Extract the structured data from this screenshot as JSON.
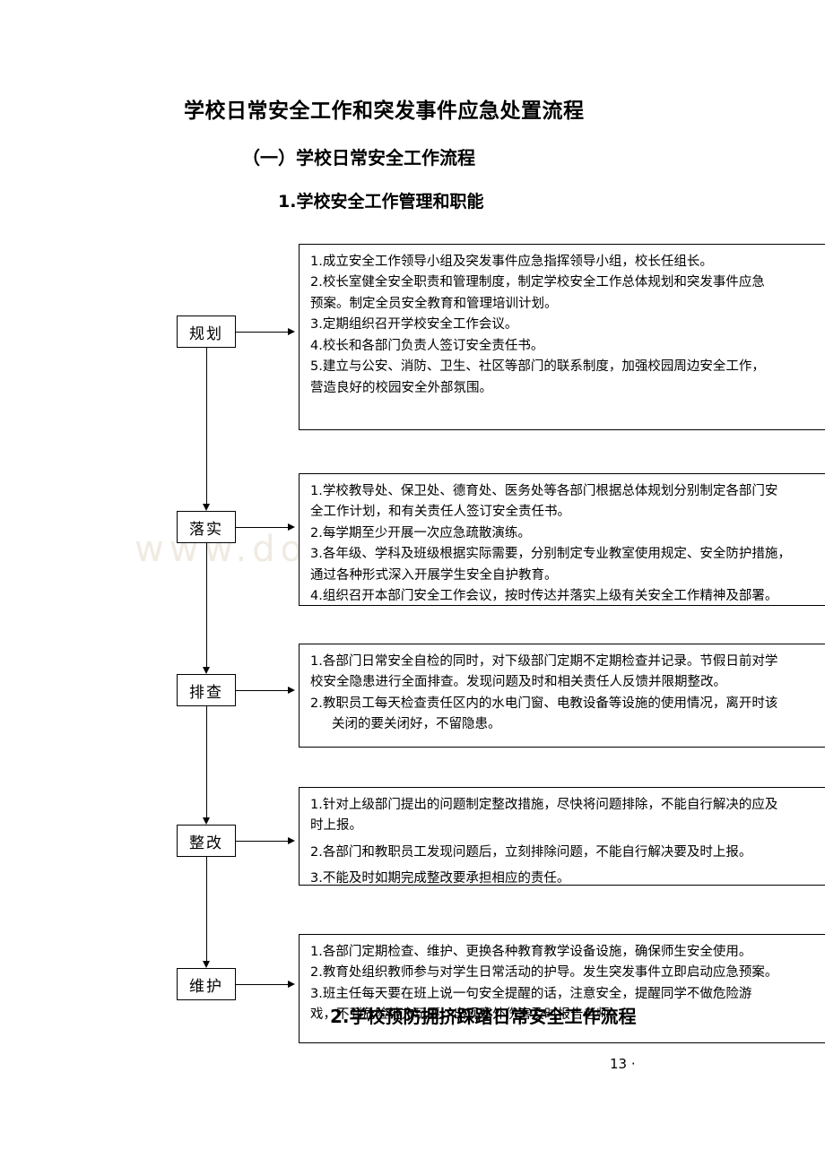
{
  "document": {
    "title": "学校日常安全工作和突发事件应急处置流程",
    "section_title": "（一）学校日常安全工作流程",
    "subsection_number": "1",
    "subsection_title": ".学校安全工作管理和职能",
    "watermark": "www.docin.com",
    "page_number": "13",
    "page_number_dot": "·",
    "overlap_heading": "2.学校预防拥挤踩踏日常安全工作流程"
  },
  "flow": {
    "stages": [
      {
        "label": "规划"
      },
      {
        "label": "落实"
      },
      {
        "label": "排查"
      },
      {
        "label": "整改"
      },
      {
        "label": "维护"
      }
    ],
    "boxes": [
      {
        "name": "planning",
        "lines": [
          "1.成立安全工作领导小组及突发事件应急指挥领导小组，校长任组长。",
          "2.校长室健全安全职责和管理制度，制定学校安全工作总体规划和突发事件应急",
          "预案。制定全员安全教育和管理培训计划。",
          "3.定期组织召开学校安全工作会议。",
          "4.校长和各部门负责人签订安全责任书。",
          "5.建立与公安、消防、卫生、社区等部门的联系制度，加强校园周边安全工作，",
          "营造良好的校园安全外部氛围。"
        ]
      },
      {
        "name": "implementation",
        "lines": [
          "1.学校教导处、保卫处、德育处、医务处等各部门根据总体规划分别制定各部门安",
          "全工作计划，和有关责任人签订安全责任书。",
          "2.每学期至少开展一次应急疏散演练。",
          "3.各年级、学科及班级根据实际需要，分别制定专业教室使用规定、安全防护措施，",
          "通过各种形式深入开展学生安全自护教育。",
          "4.组织召开本部门安全工作会议，按时传达并落实上级有关安全工作精神及部署。"
        ]
      },
      {
        "name": "inspection",
        "lines": [
          "1.各部门日常安全自检的同时，对下级部门定期不定期检查并记录。节假日前对学",
          "校安全隐患进行全面排查。发现问题及时和相关责任人反馈并限期整改。",
          "2.教职员工每天检查责任区内的水电门窗、电教设备等设施的使用情况，离开时该",
          "关闭的要关闭好，不留隐患。"
        ]
      },
      {
        "name": "rectification",
        "lines": [
          "1.针对上级部门提出的问题制定整改措施，尽快将问题排除，不能自行解决的应及",
          "时上报。",
          "2.各部门和教职员工发现问题后，立刻排除问题，不能自行解决要及时上报。",
          "3.不能及时如期完成整改要承担相应的责任。"
        ]
      },
      {
        "name": "maintenance",
        "lines": [
          "1.各部门定期检查、维护、更换各种教育教学设备设施，确保师生安全使用。",
          "2.教育处组织教师参与对学生日常活动的护导。发生突发事件立即启动应急预案。",
          "3.班主任每天要在班上说一句安全提醒的话，注意安全，提醒同学不做危险游",
          "戏，不到危险地方玩耍，出现意外伤害及时报告老师。"
        ]
      }
    ]
  }
}
